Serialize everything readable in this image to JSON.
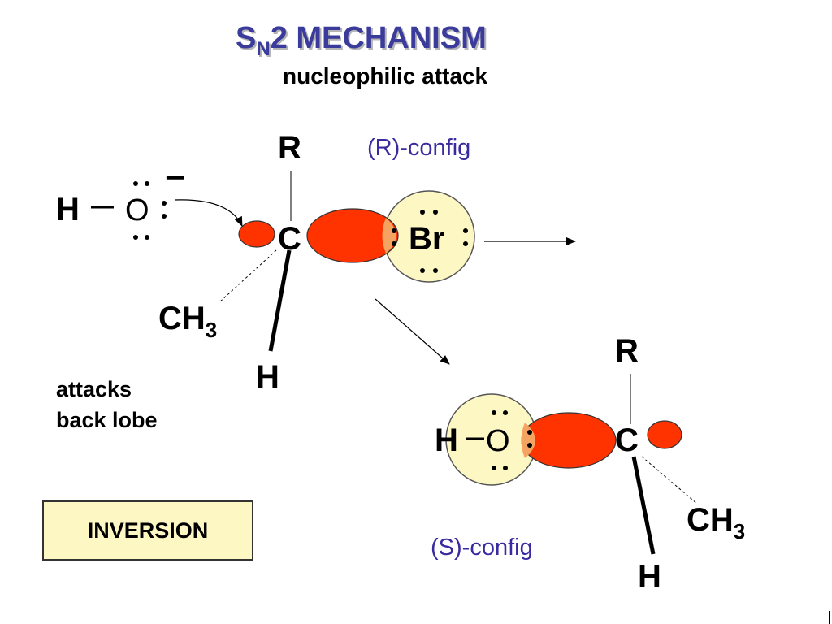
{
  "title": {
    "s": "S",
    "n": "N",
    "rest": "2 MECHANISM"
  },
  "subtitle": "nucleophilic attack",
  "reactant": {
    "config": "(R)-config",
    "h": "H",
    "o": "O",
    "c": "C",
    "br": "Br",
    "r": "R",
    "ch": "CH",
    "ch_sub": "3",
    "h_bottom": "H",
    "charge": "−"
  },
  "product": {
    "config": "(S)-config",
    "h": "H",
    "o": "O",
    "c": "C",
    "r": "R",
    "ch": "CH",
    "ch_sub": "3",
    "h_bottom": "H"
  },
  "note_lines": [
    "attacks",
    "back lobe"
  ],
  "inversion_label": "INVERSION",
  "colors": {
    "title": "#3b3b9c",
    "lobe_red": "#ff3300",
    "lobe_overlap": "#f4a460",
    "halo": "#fdf7c4",
    "config_text": "#3a2aa0"
  }
}
